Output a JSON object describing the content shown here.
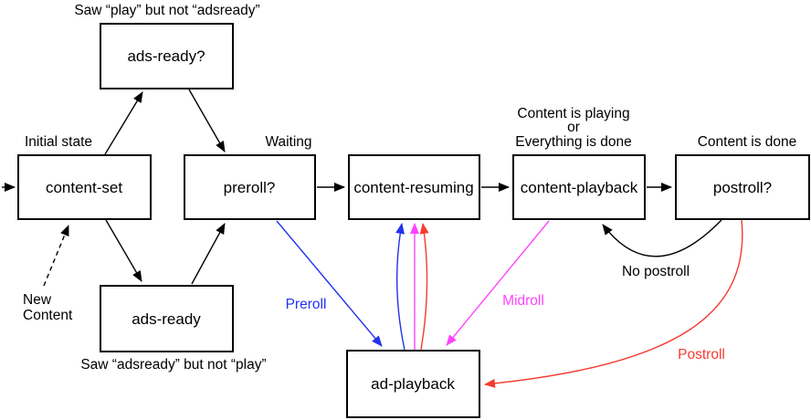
{
  "diagram": {
    "type": "state-machine",
    "states": [
      {
        "label": "content-set"
      },
      {
        "label": "ads-ready?"
      },
      {
        "label": "ads-ready"
      },
      {
        "label": "preroll?"
      },
      {
        "label": "content-resuming"
      },
      {
        "label": "content-playback"
      },
      {
        "label": "postroll?"
      },
      {
        "label": "ad-playback"
      }
    ],
    "notes": {
      "saw_play": "Saw “play” but not “adsready”",
      "initial_state": "Initial state",
      "new_content_line1": "New",
      "new_content_line2": "Content",
      "saw_adsready": "Saw “adsready” but not “play”",
      "waiting": "Waiting",
      "content_playing_line1": "Content is playing",
      "content_playing_line2": "or",
      "content_playing_line3": "Everything is done",
      "content_done": "Content is done",
      "no_postroll": "No postroll"
    },
    "edge_labels": {
      "preroll": "Preroll",
      "midroll": "Midroll",
      "postroll": "Postroll"
    },
    "colors": {
      "preroll": "#2232ee",
      "midroll": "#ff42ff",
      "postroll": "#f53b30",
      "line": "#000000"
    }
  }
}
